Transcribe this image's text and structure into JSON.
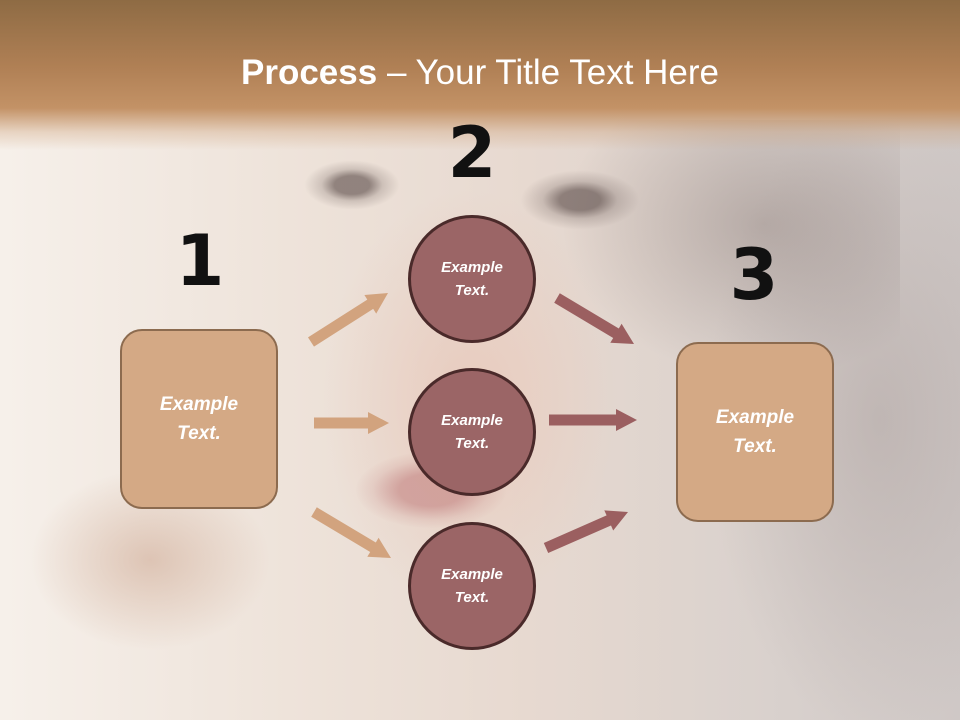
{
  "title": {
    "strong": "Process",
    "rest": " – Your Title Text Here"
  },
  "numbers": {
    "step1": "1",
    "step2": "2",
    "step3": "3"
  },
  "boxes": {
    "left": "Example Text.",
    "right": "Example Text."
  },
  "circles": [
    "Example Text.",
    "Example Text.",
    "Example Text."
  ],
  "colors": {
    "title_band": "#b08055",
    "box_fill": "#d4a985",
    "box_border": "#8c6b4f",
    "circle_fill": "#9b6566",
    "circle_border": "#4a2a2a",
    "arrow_in": "#d2a37e",
    "arrow_out": "#9b5f60"
  }
}
